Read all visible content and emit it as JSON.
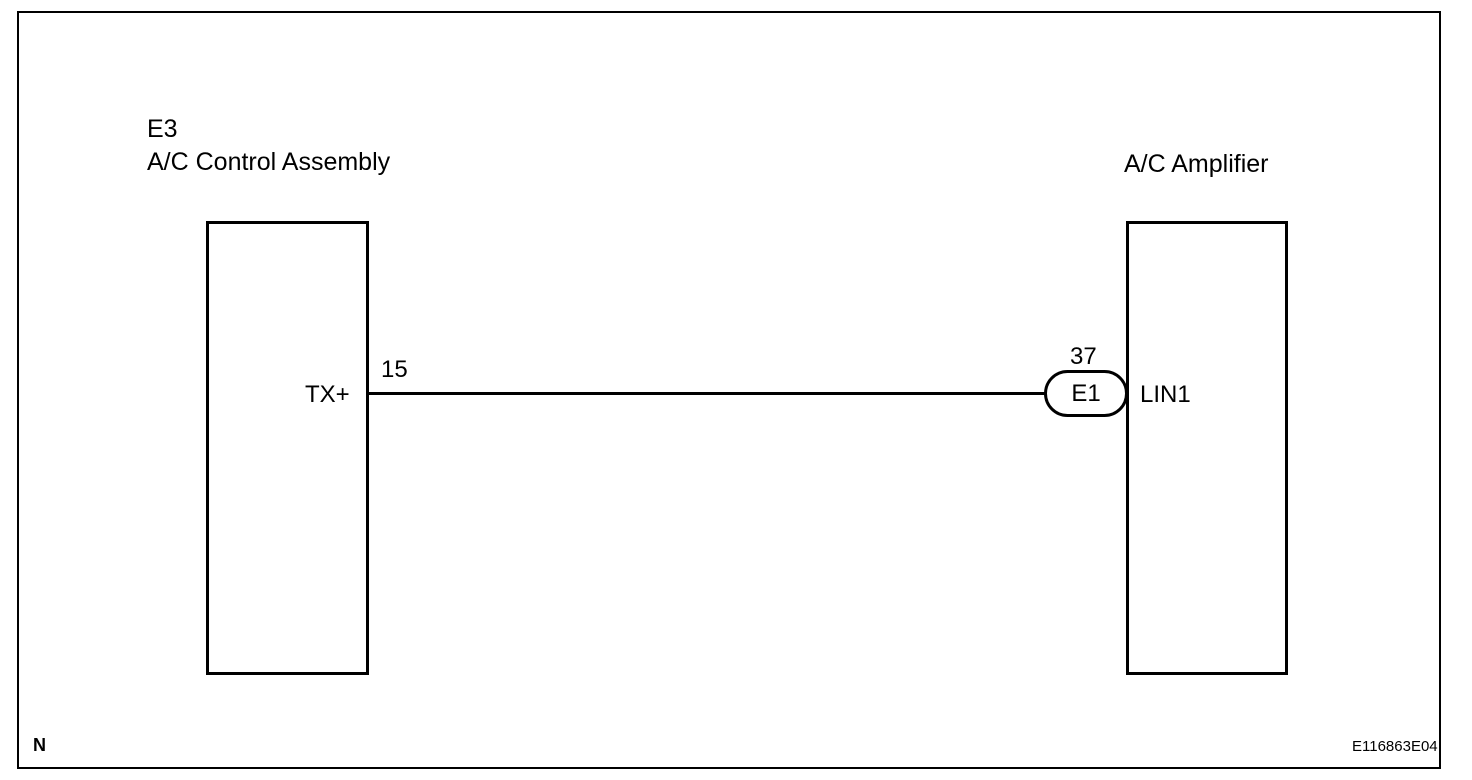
{
  "left_component": {
    "code": "E3",
    "name": "A/C Control Assembly",
    "terminal_name": "TX+",
    "pin_number": "15"
  },
  "right_component": {
    "name": "A/C Amplifier",
    "terminal_name": "LIN1",
    "pin_number": "37",
    "connector_code": "E1"
  },
  "footer": {
    "corner_letter": "N",
    "figure_id": "E116863E04"
  }
}
